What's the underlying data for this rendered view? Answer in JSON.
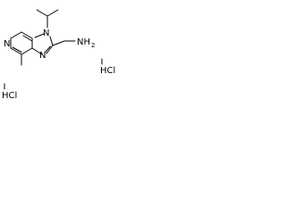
{
  "molecule": {
    "atoms": {
      "ring_n_left": "N",
      "ring_n_top": "N",
      "ring_n_right": "N",
      "amine": "NH",
      "amine_sub": "2"
    },
    "salts": {
      "hcl_right": "HCl",
      "hcl_left": "HCl"
    }
  },
  "colors": {
    "bond": "#000000",
    "text": "#000000",
    "background": "#ffffff"
  }
}
